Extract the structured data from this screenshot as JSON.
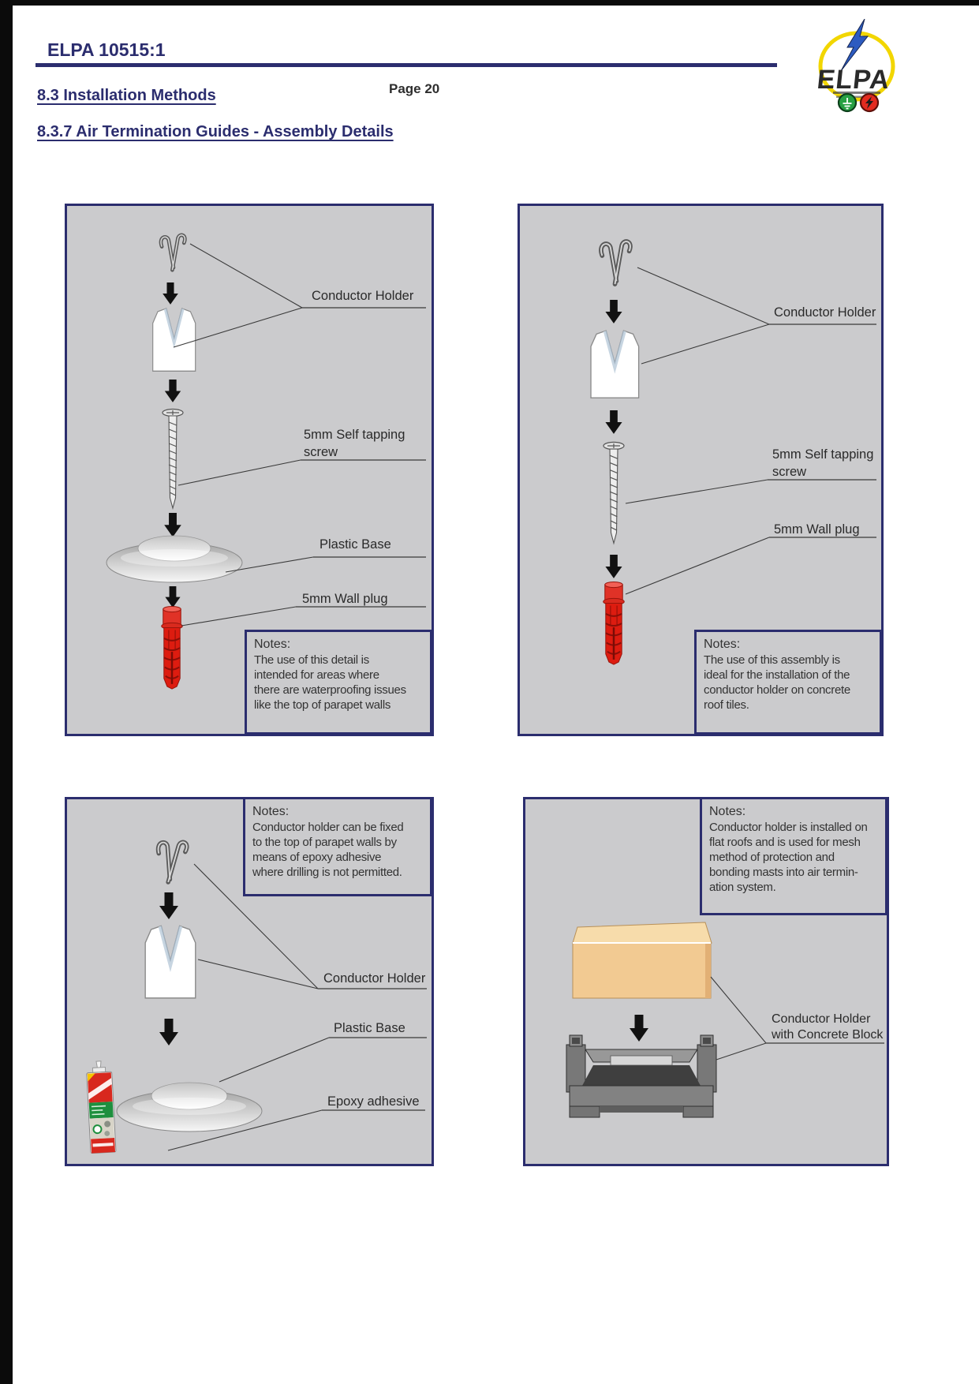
{
  "header": {
    "doc_code": "ELPA 10515:1",
    "page_label": "Page 20",
    "section_title": "8.3 Installation Methods",
    "subsection_title": "8.3.7 Air Termination Guides - Assembly Details"
  },
  "logo": {
    "brand": "ELPA"
  },
  "colors": {
    "heading_navy": "#2b2d6e",
    "panel_gray": "#cbcbcd",
    "wall_plug_red": "#dd1c10",
    "concrete_tan": "#f2ca92",
    "logo_yellow": "#f2d600",
    "logo_blue": "#2d5bc0",
    "badge_green": "#27a043",
    "badge_red": "#e32b20"
  },
  "panels": [
    {
      "name": "parapet-wall-screw-assembly",
      "labels": {
        "conductor_holder": "Conductor Holder",
        "screw_line1": "5mm Self tapping",
        "screw_line2": "screw",
        "plastic_base": "Plastic Base",
        "wall_plug": "5mm Wall plug"
      },
      "notes_title": "Notes:",
      "notes_lines": [
        "The use of this detail is",
        "intended for areas where",
        "there are waterproofing issues",
        "like the top of parapet walls"
      ]
    },
    {
      "name": "concrete-roof-tile-assembly",
      "labels": {
        "conductor_holder": "Conductor Holder",
        "screw_line1": "5mm Self tapping",
        "screw_line2": "screw",
        "wall_plug": "5mm Wall plug"
      },
      "notes_title": "Notes:",
      "notes_lines": [
        "The use of this assembly is",
        "ideal for the installation of the",
        "conductor holder on concrete",
        "roof tiles."
      ]
    },
    {
      "name": "epoxy-adhesive-assembly",
      "labels": {
        "conductor_holder": "Conductor Holder",
        "plastic_base": "Plastic Base",
        "epoxy": "Epoxy adhesive"
      },
      "notes_title": "Notes:",
      "notes_lines": [
        "Conductor holder can be fixed",
        "to the top of parapet walls by",
        "means of epoxy adhesive",
        "where drilling is not permitted."
      ]
    },
    {
      "name": "concrete-block-flat-roof-assembly",
      "labels": {
        "holder_block_line1": "Conductor Holder",
        "holder_block_line2": "with Concrete Block"
      },
      "notes_title": "Notes:",
      "notes_lines": [
        "Conductor holder is installed on",
        "flat roofs and is used for mesh",
        "method of protection and",
        "bonding masts into air termin-",
        "ation system."
      ]
    }
  ]
}
